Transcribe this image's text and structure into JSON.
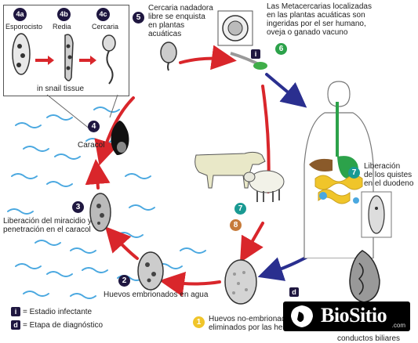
{
  "inset": {
    "badge_4a": "4a",
    "badge_4b": "4b",
    "badge_4c": "4c",
    "esporocisto": "Esporocisto",
    "redia": "Redia",
    "cercaria": "Cercaria",
    "caption": "in snail tissue"
  },
  "steps": {
    "s5_num": "5",
    "s5_text": [
      "Cercaria nadadora",
      "libre se enquista",
      "en plantas",
      "acuáticas"
    ],
    "s6_num": "6",
    "s6_text": [
      "Las Metacercarias localizadas",
      "en las plantas acuáticas son",
      "ingeridas por el ser humano,",
      "oveja o ganado vacuno"
    ],
    "s4_num": "4",
    "s4_text": "Caracol",
    "s3_num": "3",
    "s3_text": [
      "Liberación del miracidio y",
      "penetración en el caracol"
    ],
    "s2_num": "2",
    "s2_text": "Huevos embrionados en agua",
    "s1_num": "1",
    "s1_text": [
      "Huevos no-embrionados",
      "eliminados por las heces"
    ],
    "s7_num": "7",
    "s7_text": [
      "Liberación",
      "de los quistes",
      "en el duodeno"
    ],
    "s7b_num": "7",
    "s8_num": "8",
    "bottom_right": "conductos biliares"
  },
  "legend": {
    "i_mark": "i",
    "i_text": "= Estadio infectante",
    "d_mark": "d",
    "d_text": "= Etapa de diagnóstico"
  },
  "markers": {
    "i_top": "i",
    "d_bottom": "d"
  },
  "brand": {
    "name": "BioSitio",
    "domain": ".com"
  },
  "colors": {
    "red": "#d9262b",
    "blue": "#2a2f8f",
    "water": "#4aa8e0"
  }
}
